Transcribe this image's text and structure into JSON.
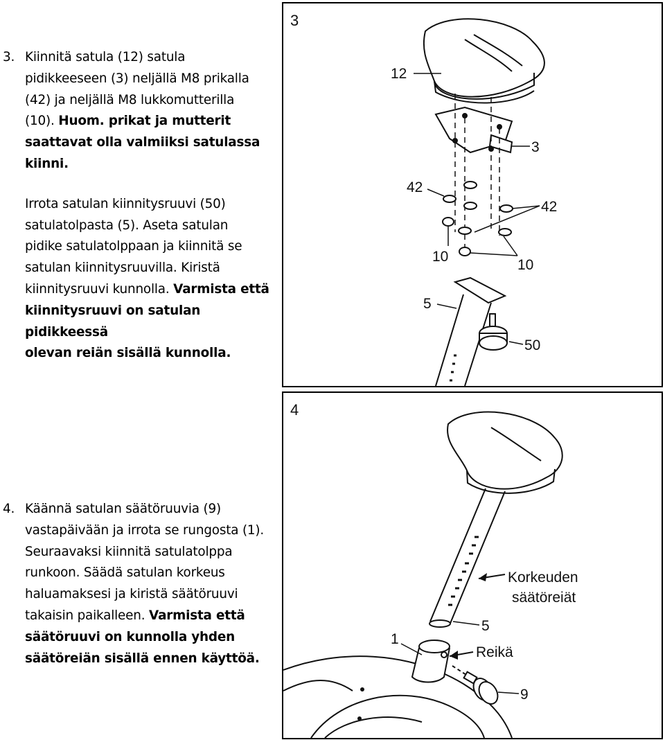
{
  "step3": {
    "number": "3.",
    "lines": [
      "Kiinnitä satula (12) satula",
      "pidikkeeseen (3) neljällä M8 prikalla",
      "(42) ja neljällä M8 lukkomutterilla",
      "(10)."
    ],
    "bold_inline": "Huom. prikat ja mutterit",
    "bold_lines": [
      "saattavat olla valmiiksi satulassa",
      "kiinni."
    ],
    "para2_lines": [
      "Irrota satulan kiinnitysruuvi (50)",
      "satulatolpasta (5). Aseta satulan",
      "pidike satulatolppaan ja kiinnitä se",
      "satulan kiinnitysruuvilla. Kiristä",
      "kiinnitysruuvi kunnolla."
    ],
    "para2_bold_inline": "Varmista että",
    "para2_bold_lines": [
      "kiinnitysruuvi on satulan pidikkeessä",
      "olevan reiän sisällä kunnolla."
    ]
  },
  "step4": {
    "number": "4.",
    "lines": [
      "Käännä satulan säätöruuvia (9)",
      "vastapäivään ja irrota se rungosta (1).",
      "Seuraavaksi kiinnitä satulatolppa",
      "runkoon. Säädä satulan korkeus",
      "haluamaksesi ja kiristä säätöruuvi",
      "takaisin paikalleen."
    ],
    "bold_inline": "Varmista että",
    "bold_lines": [
      "säätöruuvi on kunnolla yhden",
      "säätöreiän sisällä ennen käyttöä."
    ]
  },
  "figure3": {
    "number": "3",
    "labels": {
      "seat": "12",
      "bracket": "3",
      "washer_left": "42",
      "washer_right": "42",
      "nut_left": "10",
      "nut_right": "10",
      "post": "5",
      "knob": "50"
    }
  },
  "figure4": {
    "number": "4",
    "labels": {
      "holes_line1": "Korkeuden",
      "holes_line2": "säätöreiät",
      "post": "5",
      "frame": "1",
      "hole": "Reikä",
      "knob": "9"
    }
  }
}
